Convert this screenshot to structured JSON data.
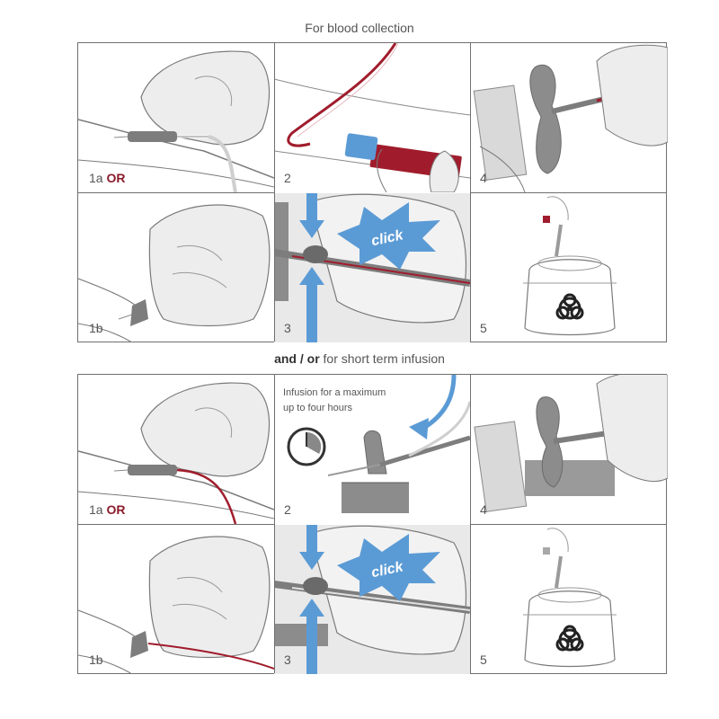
{
  "sections": [
    {
      "heading_plain": "For blood collection",
      "steps": {
        "s1a_num": "1a",
        "s1a_or": "OR",
        "s1b": "1b",
        "s2": "2",
        "s3": "3",
        "s4": "4",
        "s5": "5"
      },
      "click_label": "click",
      "tube_color": "#a01c2c"
    },
    {
      "heading_bold1": "and",
      "heading_slash": "/",
      "heading_bold2": "or",
      "heading_rest": "for short term infusion",
      "infusion_note_line1": "Infusion for a maximum",
      "infusion_note_line2": "up to four hours",
      "steps": {
        "s1a_num": "1a",
        "s1a_or": "OR",
        "s1b": "1b",
        "s2": "2",
        "s3": "3",
        "s4": "4",
        "s5": "5"
      },
      "click_label": "click",
      "tube_color": "#9a9a9a"
    }
  ],
  "colors": {
    "accent_blue": "#5b9bd5",
    "panel_gray": "#e9e9e9",
    "or_red": "#8b1b2b"
  }
}
